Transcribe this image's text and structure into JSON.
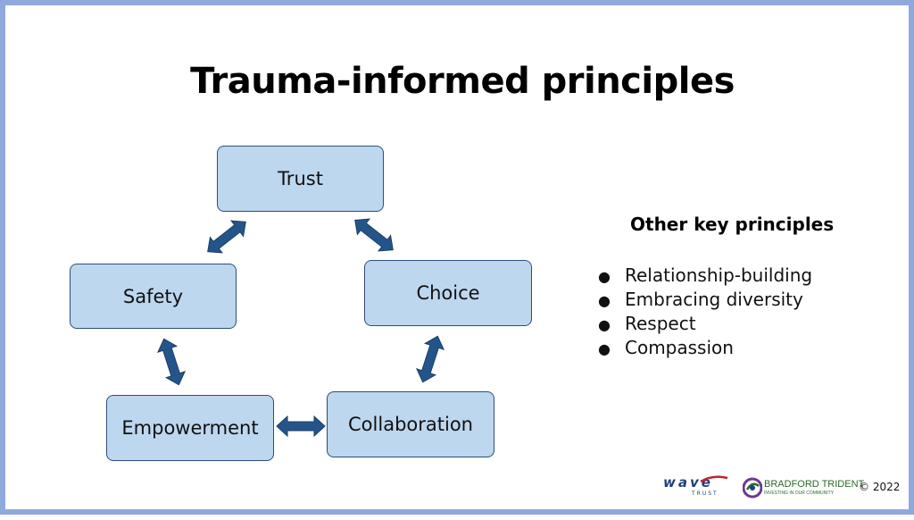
{
  "slide": {
    "title": "Trauma-informed principles"
  },
  "diagram": {
    "nodes": {
      "trust": "Trust",
      "safety": "Safety",
      "choice": "Choice",
      "empowerment": "Empowerment",
      "collaboration": "Collaboration"
    },
    "colors": {
      "node_fill": "#bdd7ee",
      "node_border": "#2e4d7b",
      "arrow": "#24558a"
    }
  },
  "other_principles": {
    "heading": "Other key principles",
    "items": [
      "Relationship-building",
      "Embracing diversity",
      "Respect",
      "Compassion"
    ]
  },
  "footer": {
    "logos": {
      "wave": {
        "name": "wave",
        "subtitle": "TRUST"
      },
      "bradford": {
        "name": "BRADFORD TRIDENT",
        "tagline": "INVESTING IN OUR COMMUNITY"
      }
    },
    "copyright": "© 2022"
  }
}
